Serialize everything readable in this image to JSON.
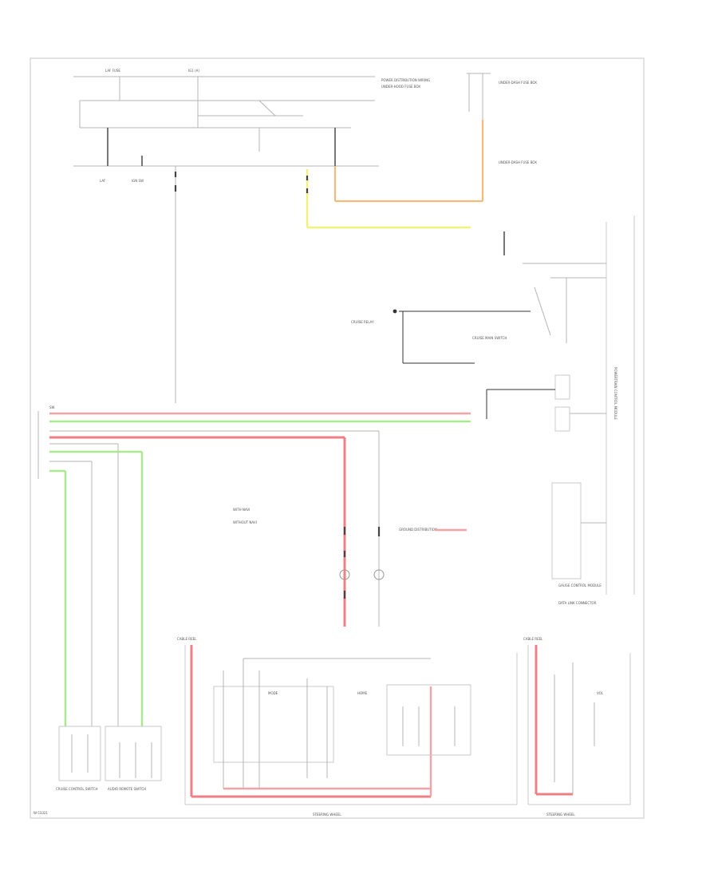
{
  "labels": {
    "fuse_box_left": "UNDER-HOOD FUSE BOX",
    "fuse_box_mid": "UNDER-DASH FUSE BOX",
    "fuse_box_right": "UNDER-DASH FUSE BOX",
    "power_note_top": "POWER DISTRIBUTION WIRING",
    "ground_note": "GROUND DISTRIBUTION",
    "left_stack_top": "SW",
    "relay_label": "CRUISE RELAY",
    "switch_label": "CRUISE MAIN SWITCH",
    "legend_1": "WITH NAVI",
    "legend_2": "WITHOUT NAVI",
    "module_right": "POWERTRAIN CONTROL MODULE",
    "module_right_lower": "GAUGE CONTROL MODULE",
    "steering_box_left": "CABLE REEL",
    "steering_box_right": "CABLE REEL",
    "steering_left": "STEERING WHEEL",
    "steering_right": "STEERING WHEEL",
    "bottom_left_a": "CRUISE CONTROL SWITCH",
    "bottom_left_b": "AUDIO REMOTE SWITCH",
    "vertical_note": "DATA LINK CONNECTOR",
    "bottom_code": "W-53321"
  },
  "colors": {
    "orange": "#f5b97a",
    "yellow": "#f2f27a",
    "pink": "#f3a3a8",
    "red": "#ee7f86",
    "green": "#a9ea8c",
    "gray": "#b4b4b4"
  }
}
